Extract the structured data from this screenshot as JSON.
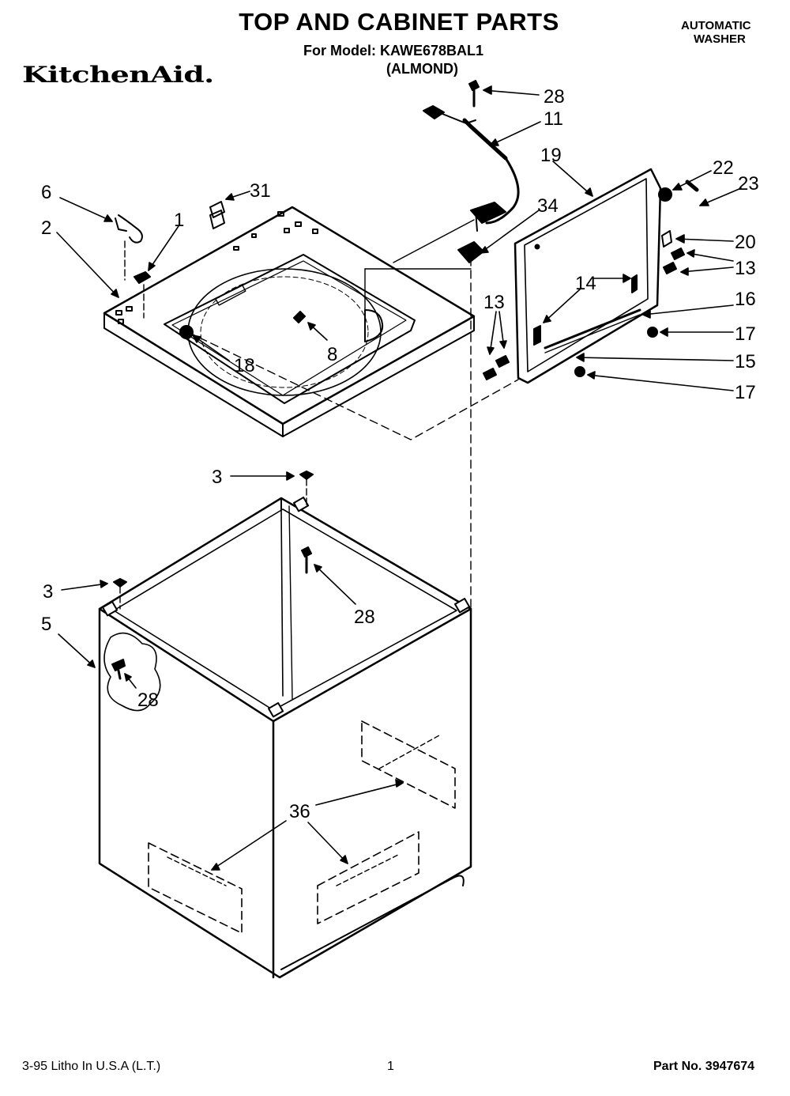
{
  "header": {
    "title": "TOP AND CABINET PARTS",
    "model_line": "For Model: KAWE678BAL1",
    "color_line": "(ALMOND)",
    "product_type_line1": "AUTOMATIC",
    "product_type_line2": "WASHER",
    "brand_logo": "KitchenAid."
  },
  "callouts": {
    "c28a": "28",
    "c11": "11",
    "c19": "19",
    "c22": "22",
    "c23": "23",
    "c6": "6",
    "c31": "31",
    "c1": "1",
    "c2": "2",
    "c34": "34",
    "c20": "20",
    "c13a": "13",
    "c14": "14",
    "c16": "16",
    "c13b": "13",
    "c17a": "17",
    "c15": "15",
    "c17b": "17",
    "c18": "18",
    "c8": "8",
    "c3a": "3",
    "c28b": "28",
    "c3b": "3",
    "c5": "5",
    "c28c": "28",
    "c36": "36"
  },
  "footer": {
    "left": "3-95 Litho In U.S.A (L.T.)",
    "center": "1",
    "right": "Part No. 3947674"
  }
}
